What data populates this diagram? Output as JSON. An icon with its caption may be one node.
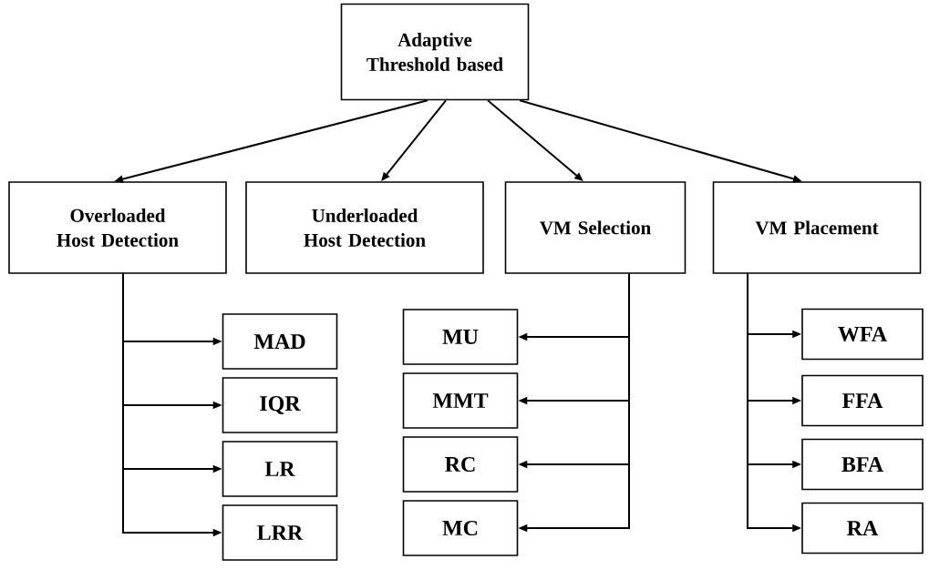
{
  "diagram": {
    "nodes": [
      {
        "text": [
          "Adaptive Threshold based"
        ]
      },
      {
        "text": [
          "Overloaded Host Detection"
        ]
      },
      {
        "text": [
          "Underloaded Host Detection"
        ]
      },
      {
        "text": [
          "VM Selection"
        ]
      },
      {
        "text": [
          "VM Placement"
        ]
      },
      {
        "text": [
          "MAD"
        ]
      },
      {
        "text": [
          "IQR"
        ]
      },
      {
        "text": [
          "LR"
        ]
      },
      {
        "text": [
          "LRR"
        ]
      },
      {
        "text": [
          "MU"
        ]
      },
      {
        "text": [
          "MMT"
        ]
      },
      {
        "text": [
          "RC"
        ]
      },
      {
        "text": [
          "MC"
        ]
      },
      {
        "text": [
          "WFA"
        ]
      },
      {
        "text": [
          "FFA"
        ]
      },
      {
        "text": [
          "BFA"
        ]
      },
      {
        "text": [
          "RA"
        ]
      }
    ],
    "edges": [
      {
        "from": 0,
        "to": 1,
        "arrow": "to"
      },
      {
        "from": 0,
        "to": 2,
        "arrow": "to"
      },
      {
        "from": 0,
        "to": 3,
        "arrow": "to"
      },
      {
        "from": 0,
        "to": 4,
        "arrow": "to"
      },
      {
        "from": 1,
        "to": 5,
        "arrow": "to"
      },
      {
        "from": 1,
        "to": 6,
        "arrow": "to"
      },
      {
        "from": 1,
        "to": 7,
        "arrow": "to"
      },
      {
        "from": 1,
        "to": 8,
        "arrow": "to"
      },
      {
        "from": 3,
        "to": 9,
        "arrow": "to"
      },
      {
        "from": 3,
        "to": 10,
        "arrow": "to"
      },
      {
        "from": 3,
        "to": 11,
        "arrow": "to"
      },
      {
        "from": 3,
        "to": 12,
        "arrow": "to"
      },
      {
        "from": 4,
        "to": 13,
        "arrow": "to"
      },
      {
        "from": 4,
        "to": 14,
        "arrow": "to"
      },
      {
        "from": 4,
        "to": 15,
        "arrow": "to"
      },
      {
        "from": 4,
        "to": 16,
        "arrow": "to"
      }
    ]
  }
}
